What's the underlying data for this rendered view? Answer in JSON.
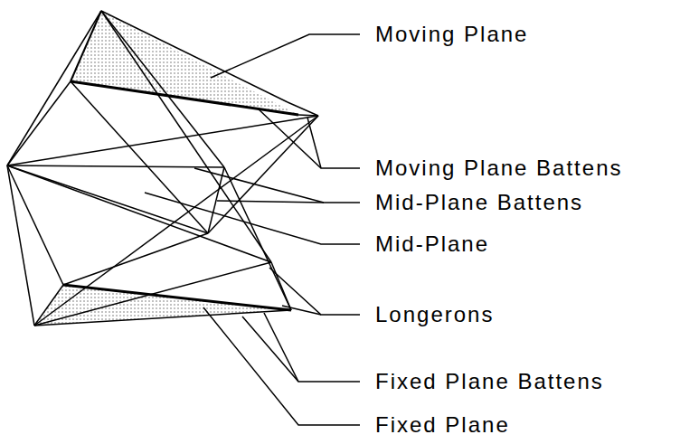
{
  "diagram": {
    "labels": [
      "Moving Plane",
      "Moving Plane Battens",
      "Mid-Plane Battens",
      "Mid-Plane",
      "Longerons",
      "Fixed Plane Battens",
      "Fixed Plane"
    ]
  }
}
